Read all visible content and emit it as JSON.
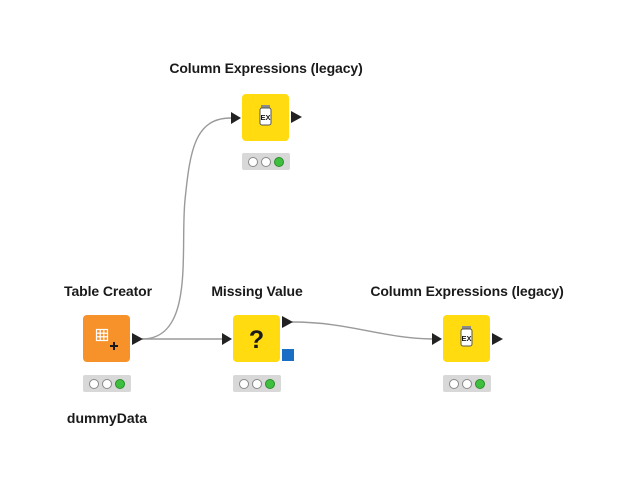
{
  "workflow": {
    "nodes": [
      {
        "id": "table-creator",
        "title": "Table Creator",
        "annotation": "dummyData",
        "icon": "table-plus-icon",
        "status": [
          "off",
          "off",
          "green"
        ]
      },
      {
        "id": "missing-value",
        "title": "Missing Value",
        "annotation": "",
        "icon": "question-mark-icon",
        "icon_text": "?",
        "status": [
          "off",
          "off",
          "green"
        ]
      },
      {
        "id": "column-expressions-top",
        "title": "Column Expressions (legacy)",
        "annotation": "",
        "icon": "expression-icon",
        "icon_text": "EX",
        "status": [
          "off",
          "off",
          "green"
        ]
      },
      {
        "id": "column-expressions-right",
        "title": "Column Expressions (legacy)",
        "annotation": "",
        "icon": "expression-icon",
        "icon_text": "EX",
        "status": [
          "off",
          "off",
          "green"
        ]
      }
    ],
    "colors": {
      "source_node": "#f7922b",
      "manipulator_node": "#ffdb10",
      "model_port": "#1a6fc4",
      "status_green": "#3fbf3f",
      "connection": "#9a9a9a"
    }
  }
}
